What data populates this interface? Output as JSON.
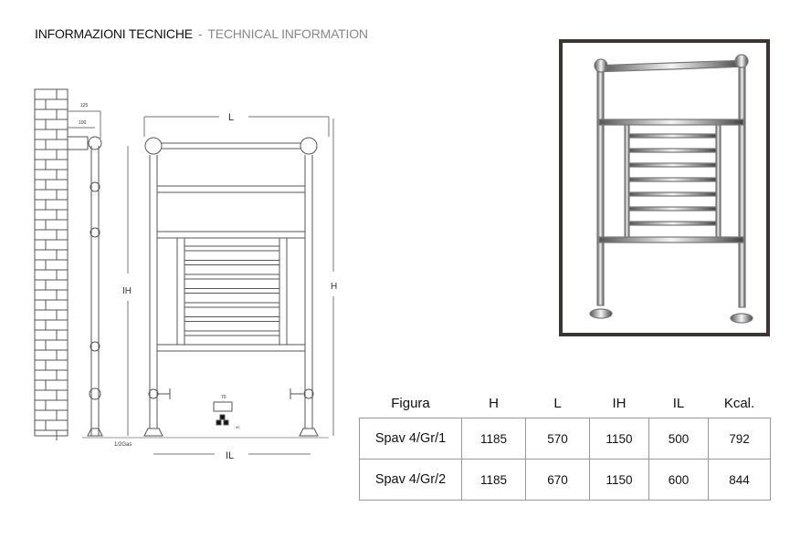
{
  "title": {
    "it": "INFORMAZIONI TECNICHE",
    "separator": "-",
    "en": "TECHNICAL INFORMATION"
  },
  "drawing": {
    "labels": {
      "d125": "125",
      "d100": "100",
      "L": "L",
      "IH": "IH",
      "H": "H",
      "IL": "IL",
      "gas": "1/2Gas",
      "d70": "70",
      "d90": "90"
    }
  },
  "table": {
    "headers": [
      "Figura",
      "H",
      "L",
      "IH",
      "IL",
      "Kcal."
    ],
    "rows": [
      [
        "Spav 4/Gr/1",
        "1185",
        "570",
        "1150",
        "500",
        "792"
      ],
      [
        "Spav 4/Gr/2",
        "1185",
        "670",
        "1150",
        "600",
        "844"
      ]
    ]
  }
}
